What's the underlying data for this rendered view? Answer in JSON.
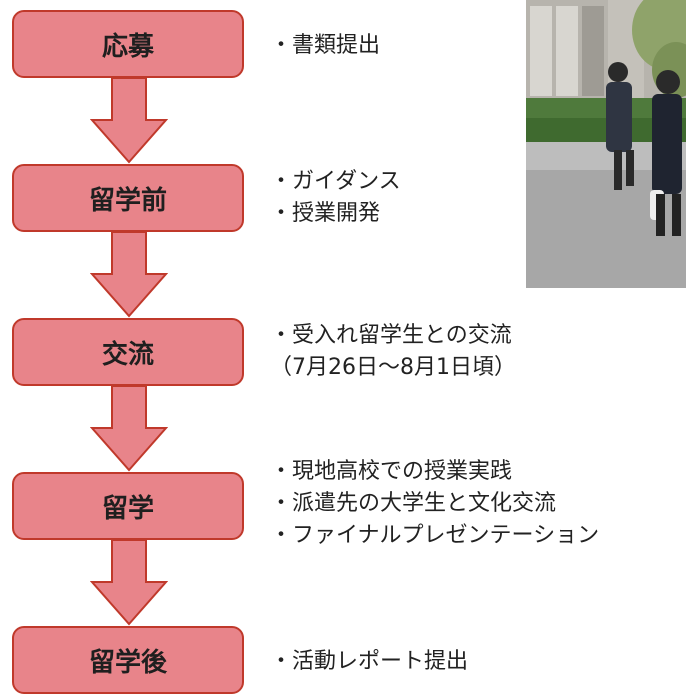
{
  "colors": {
    "stage_fill": "#e8848a",
    "stage_border": "#c0392b"
  },
  "stages": [
    {
      "label": "応募",
      "items": [
        "・書類提出"
      ]
    },
    {
      "label": "留学前",
      "items": [
        "・ガイダンス",
        "・授業開発"
      ]
    },
    {
      "label": "交流",
      "items": [
        "・受入れ留学生との交流",
        "（7月26日～8月1日頃）"
      ]
    },
    {
      "label": "留学",
      "items": [
        "・現地高校での授業実践",
        "・派遣先の大学生と文化交流",
        "・ファイナルプレゼンテーション"
      ]
    },
    {
      "label": "留学後",
      "items": [
        "・活動レポート提出"
      ]
    }
  ]
}
